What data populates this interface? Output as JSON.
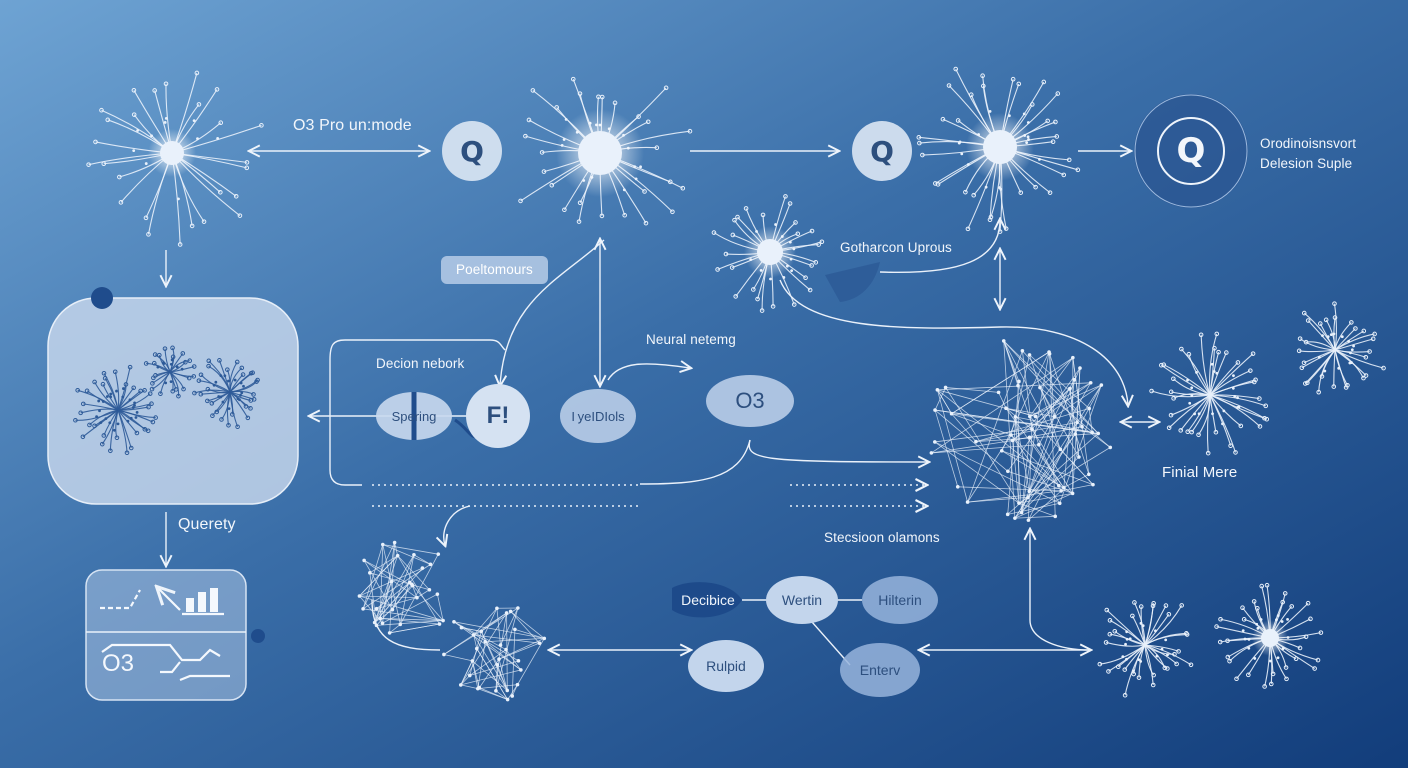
{
  "labels": {
    "o3_pro_mode": "O3 Pro un:mode",
    "ordinal_top": "Orodinoisnsvort",
    "ordinal_bottom": "Delesion Suple",
    "positomours": "Poeltomours",
    "gotharcon": "Gotharcon Uprous",
    "decision_network": "Decion nebork",
    "neural_netemg": "Neural netemg",
    "final_mere": "Finial Mere",
    "stecsion": "Stecsioon olamons",
    "querety": "Querety"
  },
  "nodes": {
    "q1": "Q",
    "q2": "Q",
    "q3": "Q",
    "spering": "Spering",
    "fl": "F!",
    "hydrolis": "I yeIDIols",
    "o3": "O3",
    "decibice": "Decibice",
    "wertin": "Wertin",
    "hilterin": "Hilterin",
    "rulpid": "Rulpid",
    "enterv": "Enterv",
    "o3_panel": "O3"
  },
  "colors": {
    "bg_light": "#6a9fd0",
    "bg_dark": "#153f7d",
    "node_fill": "#dbe7f5",
    "line": "#e8f0fa",
    "panel": "#c9d9ee"
  },
  "icons": [
    "neuron-cluster-icon",
    "chart-icon",
    "q-icon"
  ]
}
